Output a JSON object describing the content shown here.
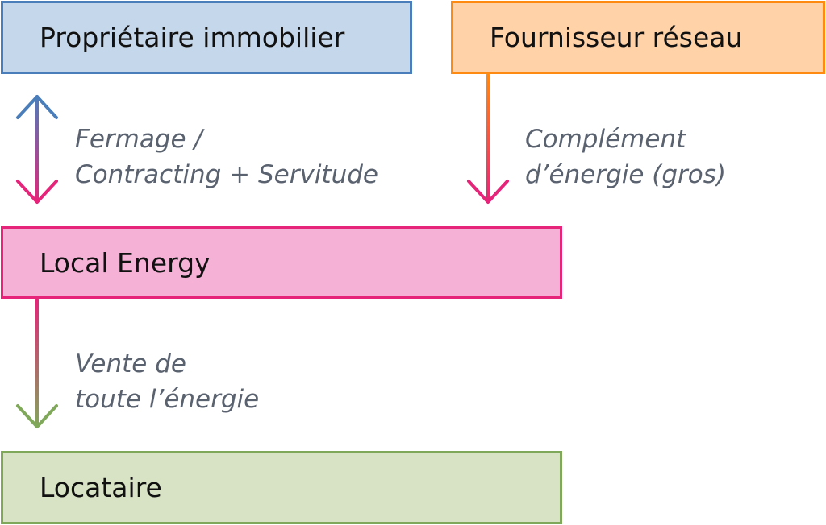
{
  "nodes": {
    "owner": {
      "label": "Propriétaire immobilier",
      "fill": "#c5d7ea",
      "border": "#4a7ebb"
    },
    "supplier": {
      "label": "Fournisseur réseau",
      "fill": "#ffd2a8",
      "border": "#ff8a12"
    },
    "local_energy": {
      "label": "Local Energy",
      "fill": "#f5b1d6",
      "border": "#e5247a"
    },
    "tenant": {
      "label": "Locataire",
      "fill": "#d7e3c4",
      "border": "#80a85a"
    }
  },
  "edges": {
    "lease": {
      "line1": "Fermage /",
      "line2": "Contracting + Servitude",
      "from": "owner",
      "to": "local_energy",
      "direction": "both"
    },
    "supplement": {
      "line1": "Complément",
      "line2": "d’énergie (gros)",
      "from": "supplier",
      "to": "local_energy",
      "direction": "forward"
    },
    "sale": {
      "line1": "Vente de",
      "line2": "toute l’énergie",
      "from": "local_energy",
      "to": "tenant",
      "direction": "forward"
    }
  },
  "colors": {
    "label_text": "#5a6270",
    "box_text": "#111111"
  }
}
